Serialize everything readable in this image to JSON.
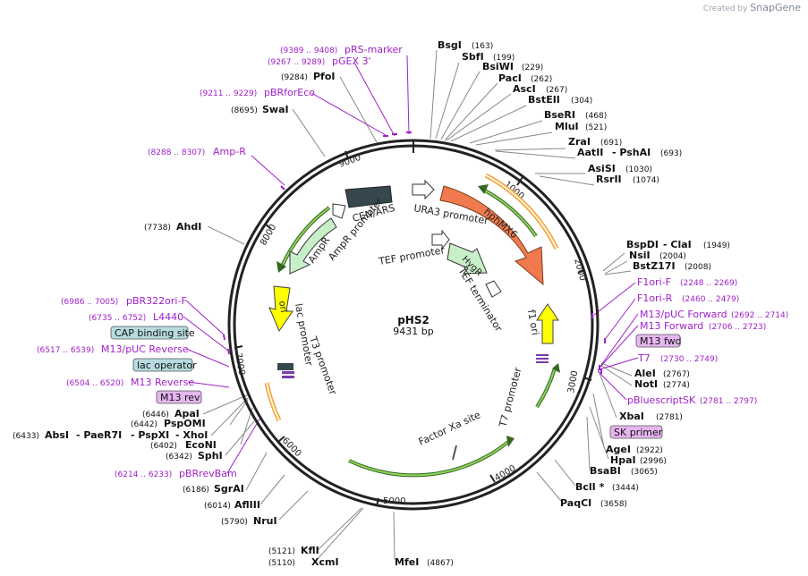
{
  "credit": {
    "prefix": "Created by",
    "brand": "SnapGene"
  },
  "plasmid": {
    "name": "pHS2",
    "length_label": "9431 bp"
  },
  "ticks": [
    "1000",
    "2000",
    "3000",
    "4000",
    "5000",
    "6000",
    "7000",
    "8000",
    "9000"
  ],
  "sites": [
    {
      "name": "BsgI",
      "pos": "(163)"
    },
    {
      "name": "SbfI",
      "pos": "(199)"
    },
    {
      "name": "BsiWI",
      "pos": "(229)"
    },
    {
      "name": "PacI",
      "pos": "(262)"
    },
    {
      "name": "AscI",
      "pos": "(267)"
    },
    {
      "name": "BstEII",
      "pos": "(304)"
    },
    {
      "name": "BseRI",
      "pos": "(468)"
    },
    {
      "name": "MluI",
      "pos": "(521)"
    },
    {
      "name": "ZraI",
      "pos": "(691)"
    },
    {
      "name": "AatII",
      "pos": "- PshAI"
    },
    {
      "name": "",
      "pos": "(693)"
    },
    {
      "name": "AsiSI",
      "pos": "(1030)"
    },
    {
      "name": "RsrII",
      "pos": "(1074)"
    },
    {
      "name": "BspDI",
      "pos": "- ClaI"
    },
    {
      "name": "",
      "pos": "(1949)"
    },
    {
      "name": "NsiI",
      "pos": "(2004)"
    },
    {
      "name": "BstZ17I",
      "pos": "(2008)"
    },
    {
      "name": "AleI",
      "pos": "(2767)"
    },
    {
      "name": "NotI",
      "pos": "(2774)"
    },
    {
      "name": "XbaI",
      "pos": "(2781)"
    },
    {
      "name": "AgeI",
      "pos": "(2922)"
    },
    {
      "name": "HpaI",
      "pos": "(2996)"
    },
    {
      "name": "BsaBI",
      "pos": "(3065)"
    },
    {
      "name": "BclI *",
      "pos": "(3444)"
    },
    {
      "name": "PaqCI",
      "pos": "(3658)"
    },
    {
      "name": "MfeI",
      "pos": "(4867)"
    },
    {
      "name": "KflI",
      "pos": "(5121)"
    },
    {
      "name": "XcmI",
      "pos": "(5110)"
    },
    {
      "name": "NruI",
      "pos": "(5790)"
    },
    {
      "name": "AflIII",
      "pos": "(6014)"
    },
    {
      "name": "SgrAI",
      "pos": "(6186)"
    },
    {
      "name": "SphI",
      "pos": "(6342)"
    },
    {
      "name": "EcoNI",
      "pos": "(6402)"
    },
    {
      "name": "PspOMI",
      "pos": "(6442)"
    },
    {
      "name": "ApaI",
      "pos": "(6446)"
    },
    {
      "name": "AbsI",
      "pos": "(6433)"
    },
    {
      "name": "- PaeR7I",
      "pos": ""
    },
    {
      "name": "- PspXI",
      "pos": ""
    },
    {
      "name": "- XhoI",
      "pos": ""
    },
    {
      "name": "AhdI",
      "pos": "(7738)"
    },
    {
      "name": "SwaI",
      "pos": "(8695)"
    },
    {
      "name": "PfoI",
      "pos": "(9284)"
    }
  ],
  "primers": [
    {
      "range": "(9389 .. 9408)",
      "name": "pRS-marker"
    },
    {
      "range": "(9267 .. 9289)",
      "name": "pGEX 3'"
    },
    {
      "range": "(9211 .. 9229)",
      "name": "pBRforEco"
    },
    {
      "range": "(8288 .. 8307)",
      "name": "Amp-R"
    },
    {
      "range": "(6986 .. 7005)",
      "name": "pBR322ori-F"
    },
    {
      "range": "(6735 .. 6752)",
      "name": "L4440"
    },
    {
      "range": "(6517 .. 6539)",
      "name": "M13/pUC Reverse"
    },
    {
      "range": "(6504 .. 6520)",
      "name": "M13 Reverse"
    },
    {
      "range": "(6214 .. 6233)",
      "name": "pBRrevBam"
    },
    {
      "range": "(2248 .. 2269)",
      "name": "F1ori-F"
    },
    {
      "range": "(2460 .. 2479)",
      "name": "F1ori-R"
    },
    {
      "range": "(2692 .. 2714)",
      "name": "M13/pUC Forward"
    },
    {
      "range": "(2706 .. 2723)",
      "name": "M13 Forward"
    },
    {
      "range": "(2730 .. 2749)",
      "name": "T7"
    },
    {
      "range": "(2781 .. 2797)",
      "name": "pBluescriptSK"
    }
  ],
  "boxed": [
    {
      "label": "CAP binding site",
      "fill": "#b7dbe0"
    },
    {
      "label": "lac operator",
      "fill": "#b7dbe0"
    },
    {
      "label": "M13 rev",
      "fill": "#e6b6f0"
    },
    {
      "label": "M13 fwd",
      "fill": "#e6b6f0"
    },
    {
      "label": "SK primer",
      "fill": "#e6b6f0"
    }
  ],
  "features": [
    {
      "label": "URA3 promoter"
    },
    {
      "label": "hphMX6"
    },
    {
      "label": "TEF promoter"
    },
    {
      "label": "HygR"
    },
    {
      "label": "TEF terminator"
    },
    {
      "label": "CEN/ARS"
    },
    {
      "label": "AmpR promoter"
    },
    {
      "label": "AmpR"
    },
    {
      "label": "ori"
    },
    {
      "label": "lac promoter"
    },
    {
      "label": "T3 promoter"
    },
    {
      "label": "f1 ori"
    },
    {
      "label": "T7 promoter"
    },
    {
      "label": "Factor Xa site"
    }
  ],
  "colors": {
    "backbone": "#222222",
    "site_line": "#8a8a8a",
    "primer": "#a020c8",
    "hph": "#f07a4d",
    "hyg": "#c8f0c8",
    "cen": "#37474f",
    "ampr": "#c8f0c8",
    "ori": "#ffff00",
    "orange_primer": "#f0a040",
    "green_arrow": "#66bb33",
    "operator": "#b7dbe0",
    "m13": "#e6b6f0"
  }
}
